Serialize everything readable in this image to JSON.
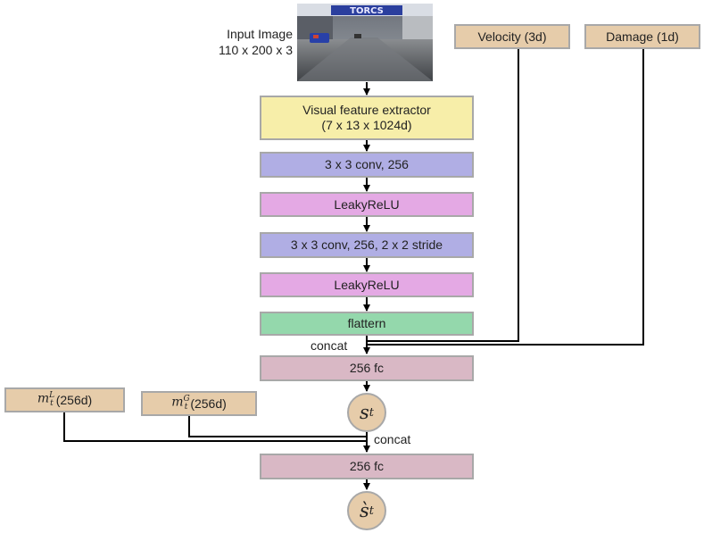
{
  "input": {
    "label_line1": "Input Image",
    "label_line2": "110 x 200 x 3",
    "photo_banner": "TORCS"
  },
  "blocks": {
    "feature_extractor_line1": "Visual feature extractor",
    "feature_extractor_line2": "(7 x 13 x 1024d)",
    "conv1": "3 x 3 conv, 256",
    "relu1": "LeakyReLU",
    "conv2": "3 x 3 conv, 256, 2 x 2 stride",
    "relu2": "LeakyReLU",
    "flatten": "flattern",
    "fc1": "256 fc",
    "fc2": "256 fc"
  },
  "side_inputs": {
    "velocity": "Velocity (3d)",
    "damage": "Damage (1d)"
  },
  "memory": {
    "local_symbol": "m",
    "local_sub": "t",
    "local_sup": "L",
    "local_dim": "(256d)",
    "global_symbol": "m",
    "global_sub": "t",
    "global_sup": "G",
    "global_dim": "(256d)"
  },
  "concat_labels": {
    "first": "concat",
    "second": "concat"
  },
  "states": {
    "state_symbol": "s",
    "state_sub": "t",
    "pred_symbol": "s̀",
    "pred_sub": "t"
  },
  "colors": {
    "yellow": "#f7eea9",
    "purple": "#b0aee4",
    "pink": "#e4a9e4",
    "green": "#94d8ac",
    "mauve": "#d9b8c5",
    "tan": "#e6ccaa",
    "border": "#a8a8a8"
  }
}
